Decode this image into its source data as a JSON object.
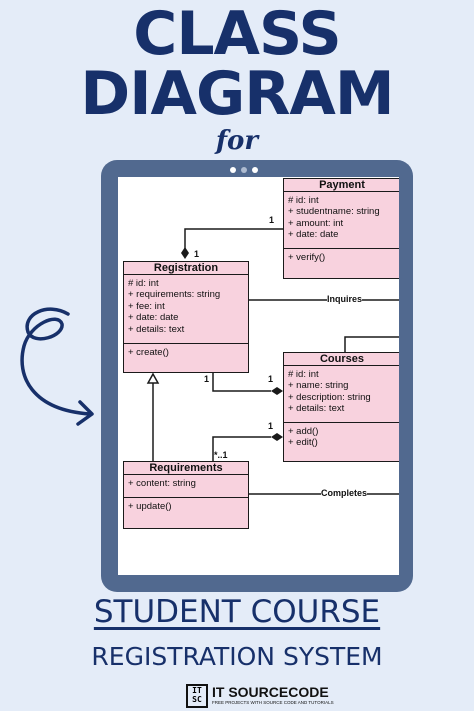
{
  "title_line1": "CLASS",
  "title_line2": "DIAGRAM",
  "for_text": "for",
  "subtitle_line1": "STUDENT COURSE",
  "subtitle_line2": "REGISTRATION SYSTEM",
  "logo": {
    "mark": "IT SC",
    "name": "IT SOURCECODE",
    "tagline": "FREE PROJECTS WITH SOURCE CODE AND TUTORIALS"
  },
  "diagram": {
    "classes": {
      "payment": {
        "name": "Payment",
        "attributes": [
          "# id: int",
          "+ studentname: string",
          "+ amount: int",
          "+ date: date"
        ],
        "methods": [
          "+ verify()"
        ]
      },
      "registration": {
        "name": "Registration",
        "attributes": [
          "# id: int",
          "+ requirements: string",
          "+ fee: int",
          "+ date: date",
          "+ details: text"
        ],
        "methods": [
          "+ create()"
        ]
      },
      "courses": {
        "name": "Courses",
        "attributes": [
          "# id: int",
          "+ name: string",
          "+ description: string",
          "+ details: text"
        ],
        "methods": [
          "+ add()",
          "+ edit()"
        ]
      },
      "requirements": {
        "name": "Requirements",
        "attributes": [
          "+ content: string"
        ],
        "methods": [
          "+ update()"
        ]
      }
    },
    "relations": {
      "inquires": "Inquires",
      "completes": "Completes",
      "mult_payment_top": "1",
      "mult_payment_bottom": "1",
      "mult_reg_courses_left": "1",
      "mult_reg_courses_right": "1",
      "mult_req_courses_left": "*..1",
      "mult_req_courses_right": "1"
    }
  },
  "colors": {
    "background": "#e4ecf8",
    "navy": "#17306a",
    "tablet_frame": "#51698f",
    "class_fill": "#f8d2de"
  }
}
